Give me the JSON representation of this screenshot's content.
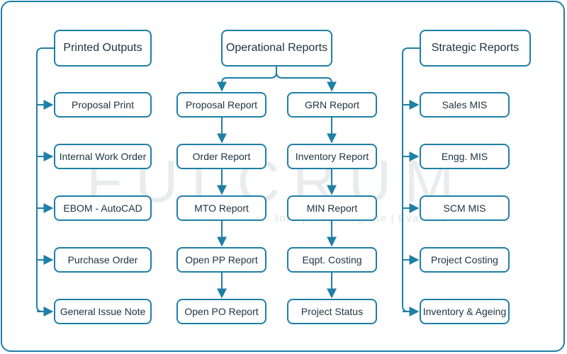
{
  "watermark": {
    "word": "FULCRUM",
    "tagline": "Interpret | Integrate | Evaluate"
  },
  "colors": {
    "accent": "#1f7fa6",
    "text": "#1d3340",
    "watermark": "#d6dde2"
  },
  "columns": {
    "printed": {
      "header": "Printed Outputs",
      "items": [
        "Proposal Print",
        "Internal Work Order",
        "EBOM - AutoCAD",
        "Purchase Order",
        "General Issue Note"
      ]
    },
    "operational": {
      "header": "Operational Reports",
      "left_items": [
        "Proposal Report",
        "Order Report",
        "MTO Report",
        "Open PP Report",
        "Open PO Report"
      ],
      "right_items": [
        "GRN Report",
        "Inventory Report",
        "MIN Report",
        "Eqpt. Costing",
        "Project Status"
      ]
    },
    "strategic": {
      "header": "Strategic Reports",
      "items": [
        "Sales MIS",
        "Engg. MIS",
        "SCM MIS",
        "Project Costing",
        "Inventory & Ageing"
      ]
    }
  }
}
